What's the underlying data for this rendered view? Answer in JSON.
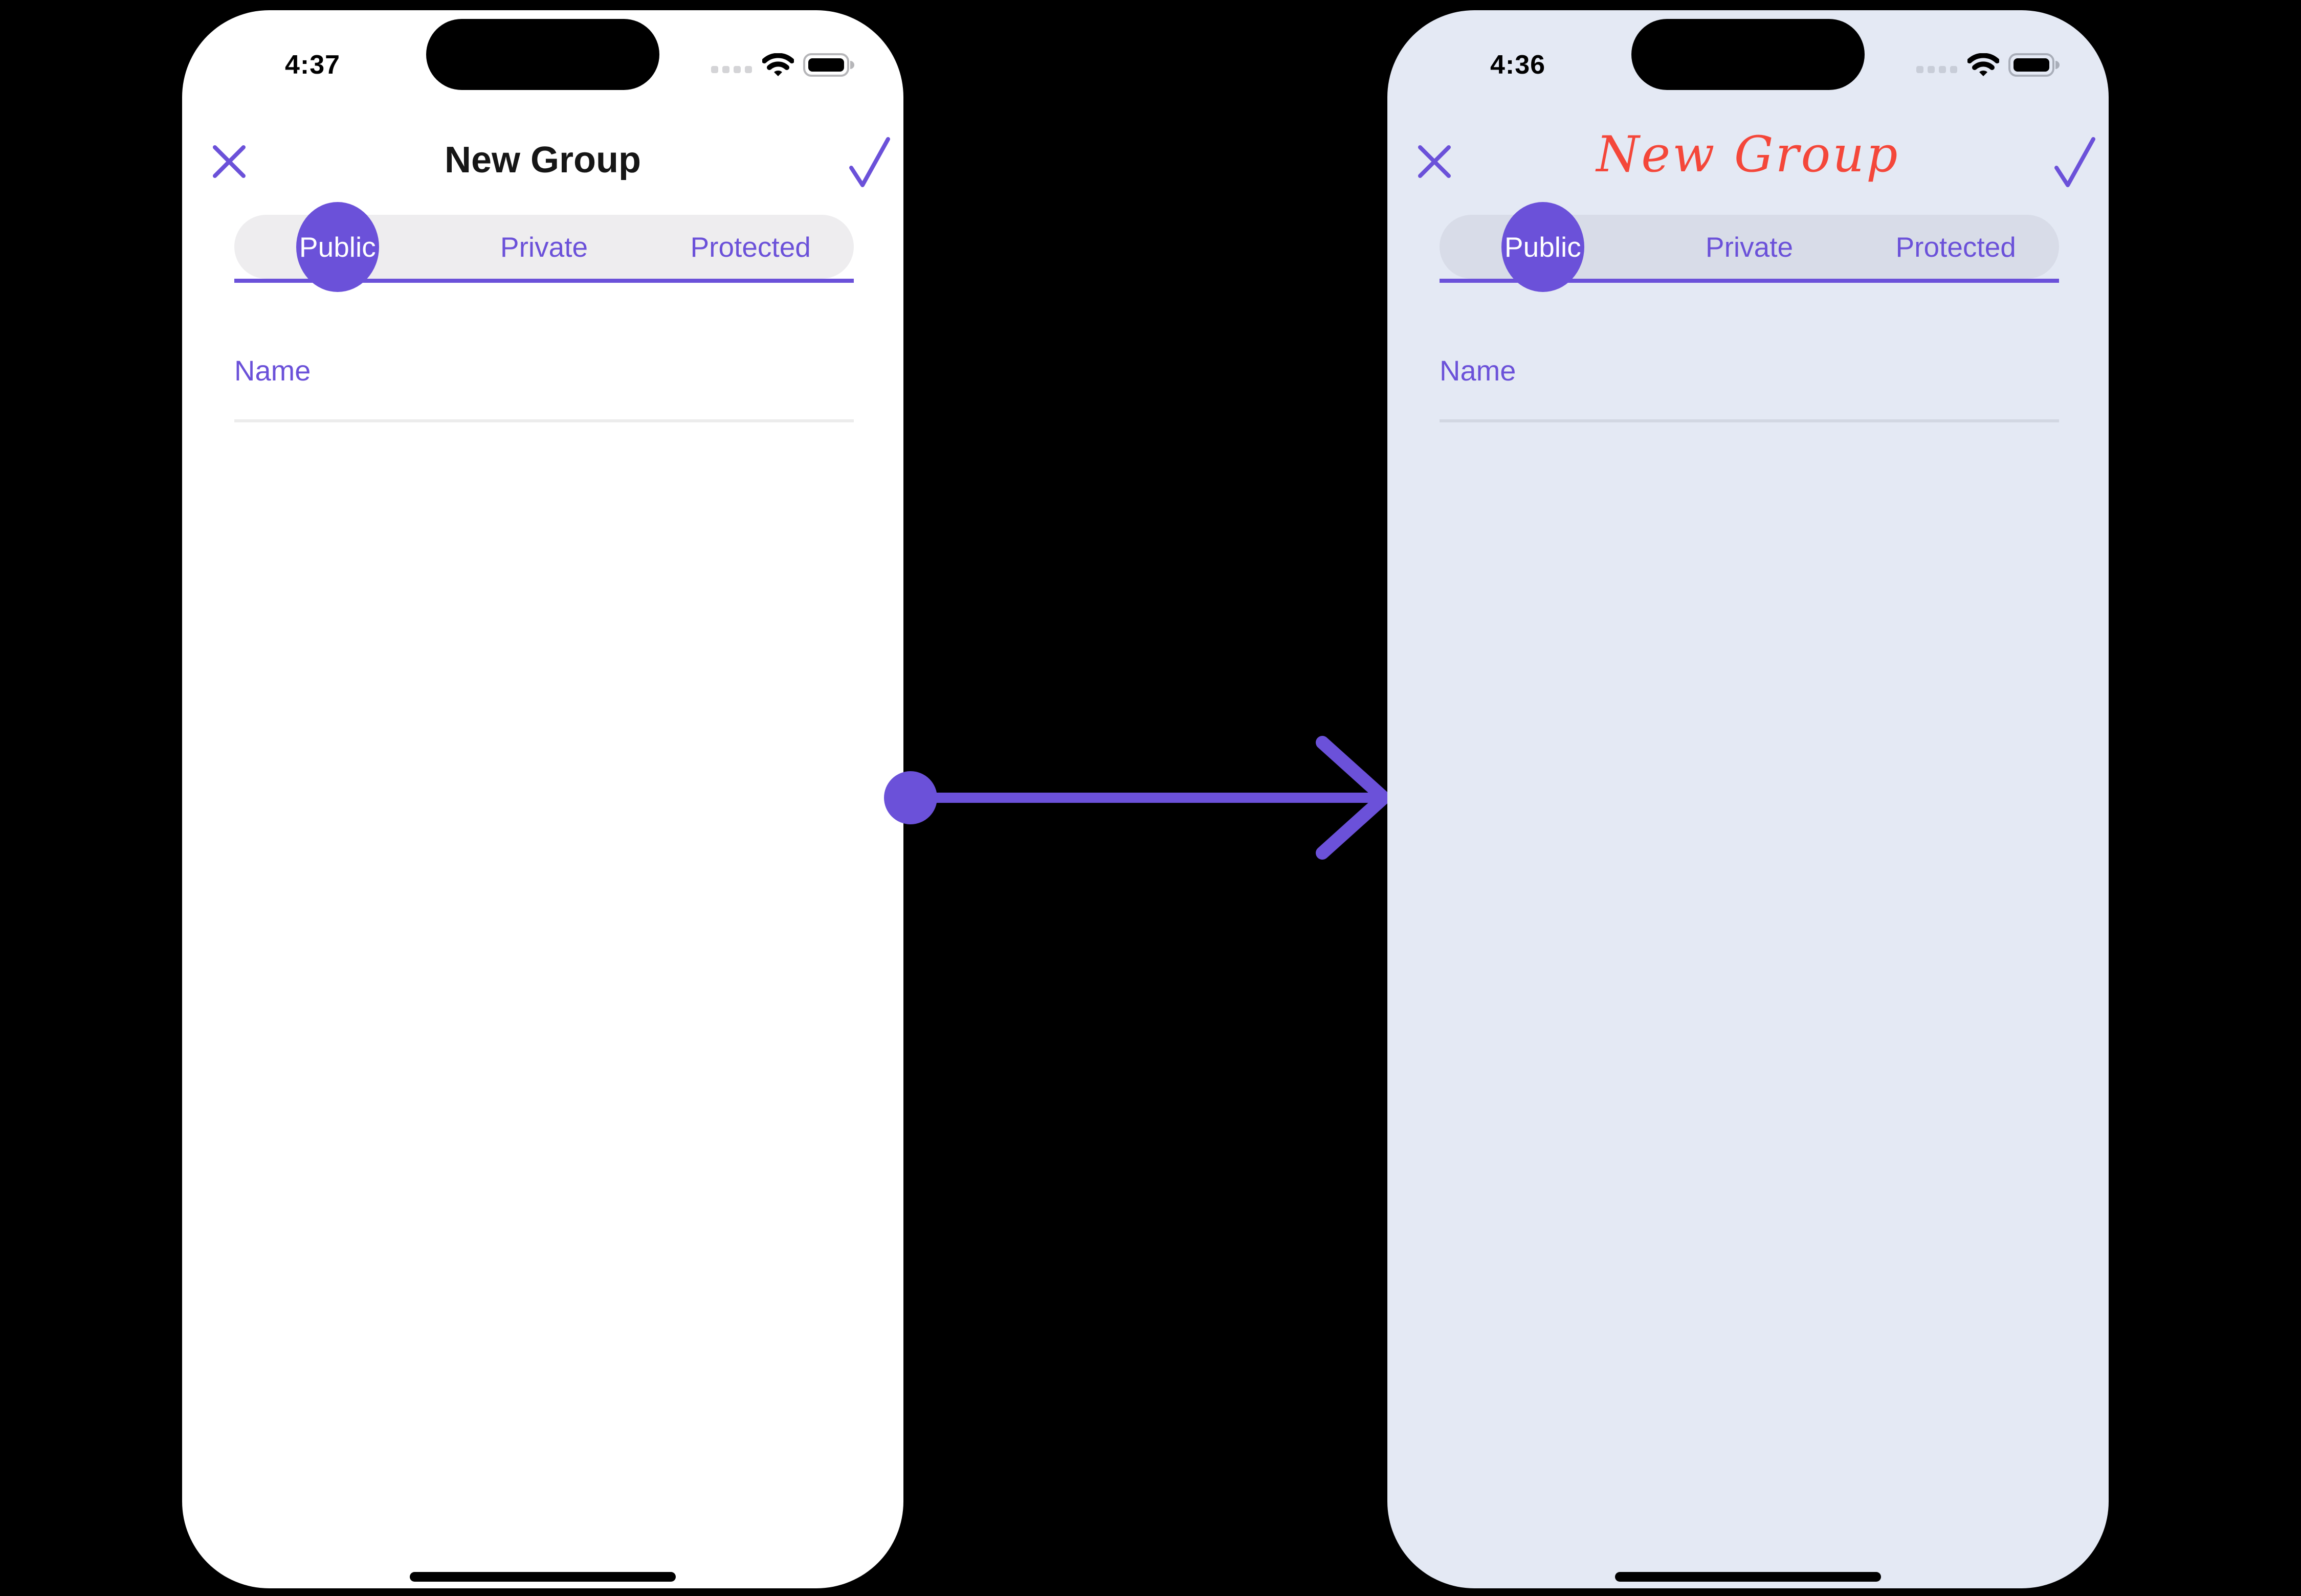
{
  "colors": {
    "canvas_bg": "#000000",
    "accent_purple": "#6b51d9",
    "script_title_red": "#f4473a",
    "left_phone_bg": "#ffffff",
    "right_phone_bg": "#e4e9f4"
  },
  "left_phone": {
    "status_bar": {
      "time": "4:37",
      "icons": [
        "cellular-dots-icon",
        "wifi-icon",
        "battery-icon"
      ]
    },
    "header": {
      "close_icon": "close-icon",
      "title": "New Group",
      "confirm_icon": "checkmark-icon"
    },
    "tabs": [
      {
        "label": "Public",
        "selected": true
      },
      {
        "label": "Private",
        "selected": false
      },
      {
        "label": "Protected",
        "selected": false
      }
    ],
    "selected_tab": "Public",
    "form": {
      "name_placeholder": "Name"
    }
  },
  "right_phone": {
    "status_bar": {
      "time": "4:36",
      "icons": [
        "cellular-dots-icon",
        "wifi-icon",
        "battery-icon"
      ]
    },
    "header": {
      "close_icon": "close-icon",
      "title": "New Group",
      "confirm_icon": "checkmark-icon"
    },
    "tabs": [
      {
        "label": "Public",
        "selected": true
      },
      {
        "label": "Private",
        "selected": false
      },
      {
        "label": "Protected",
        "selected": false
      }
    ],
    "selected_tab": "Public",
    "form": {
      "name_placeholder": "Name"
    }
  },
  "middle": {
    "arrow_icon": "arrow-right-icon",
    "arrow_color": "#6b51d9"
  }
}
